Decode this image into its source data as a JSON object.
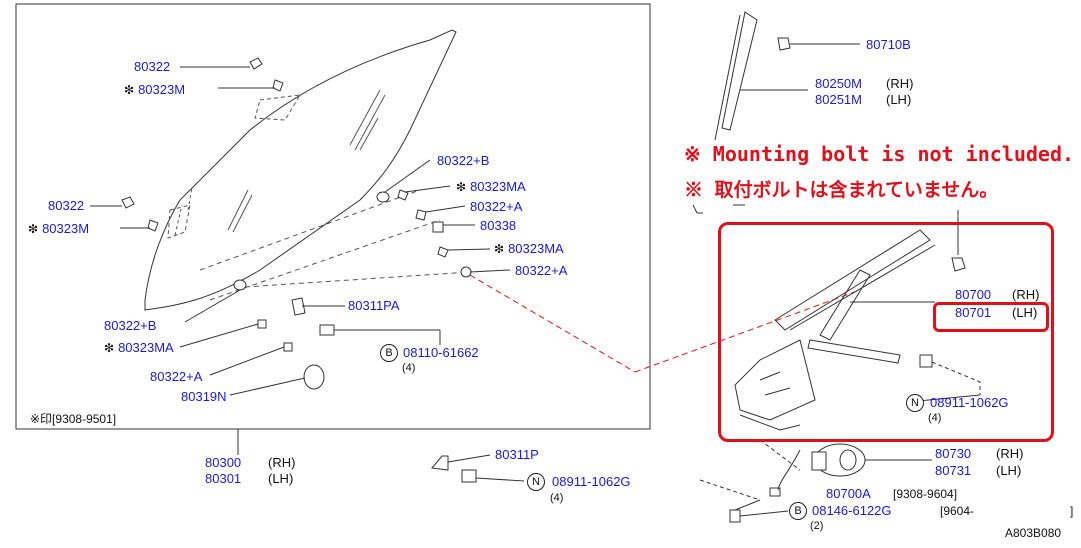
{
  "diagram": {
    "title": "Front door window regulator and glass parts diagram",
    "notes": {
      "english": "※ Mounting bolt is not included.",
      "japanese": "※ 取付ボルトは含まれていません。",
      "note_color": "#e0101a"
    },
    "glass_panel": {
      "footnote": "※印[9308-9501]",
      "callouts": [
        {
          "id": "c1",
          "part": "80322",
          "star": false
        },
        {
          "id": "c2",
          "part": "80323M",
          "star": true
        },
        {
          "id": "c3",
          "part": "80322",
          "star": false
        },
        {
          "id": "c4",
          "part": "80323M",
          "star": true
        },
        {
          "id": "c5",
          "part": "80322+B",
          "star": false
        },
        {
          "id": "c6",
          "part": "80323MA",
          "star": true
        },
        {
          "id": "c7",
          "part": "80322+A",
          "star": false
        },
        {
          "id": "c8",
          "part": "80338",
          "star": false
        },
        {
          "id": "c9",
          "part": "80323MA",
          "star": true
        },
        {
          "id": "c10",
          "part": "80322+A",
          "star": false
        },
        {
          "id": "c11",
          "part": "80311PA",
          "star": false
        },
        {
          "id": "c12",
          "part": "80322+B",
          "star": false
        },
        {
          "id": "c13",
          "part": "80323MA",
          "star": true
        },
        {
          "id": "c14",
          "part": "80322+A",
          "star": false
        },
        {
          "id": "c15",
          "part": "80319N",
          "star": false
        },
        {
          "id": "c16",
          "part": "08110-61662",
          "badge": "B",
          "qty": "(4)"
        }
      ]
    },
    "assembly_labels": [
      {
        "id": "glass",
        "parts": [
          {
            "no": "80300",
            "side": "(RH)"
          },
          {
            "no": "80301",
            "side": "(LH)"
          }
        ]
      },
      {
        "id": "bracket",
        "parts": [
          {
            "no": "80311P"
          }
        ],
        "fastener": {
          "badge": "N",
          "no": "08911-1062G",
          "qty": "(4)"
        }
      }
    ],
    "right_section": {
      "sash_clip": "80710B",
      "sash": [
        {
          "no": "80250M",
          "side": "(RH)"
        },
        {
          "no": "80251M",
          "side": "(LH)"
        }
      ],
      "regulator": [
        {
          "no": "80700",
          "side": "(RH)"
        },
        {
          "no": "80701",
          "side": "(LH)",
          "highlighted": true
        }
      ],
      "regulator_nut": {
        "badge": "N",
        "no": "08911-1062G",
        "qty": "(4)"
      },
      "motor": [
        {
          "no": "80730",
          "side": "(RH)"
        },
        {
          "no": "80731",
          "side": "(LH)"
        }
      ],
      "motor_assembly": {
        "no": "80700A",
        "range": "[9308-9604]"
      },
      "motor_bolt": {
        "badge": "B",
        "no": "08146-6122G",
        "qty": "(2)",
        "range": "[9604-",
        "range_end": "]"
      },
      "figure_code": "A803B080"
    }
  }
}
